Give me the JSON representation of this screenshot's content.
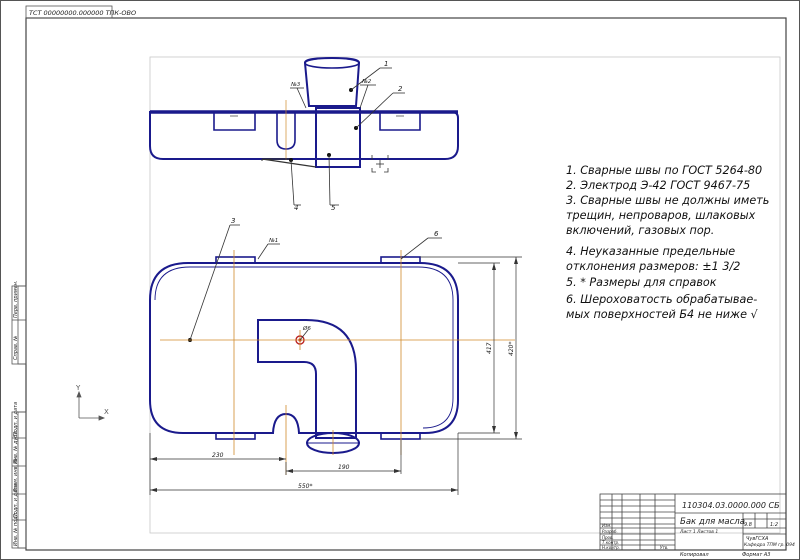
{
  "drawing": {
    "stamp_top": "ТСТ 00000000.000000 ТПК-ОВО",
    "designation": "110304.03.0000.000 СБ",
    "title": "Бак для масла",
    "mass": "9.8",
    "scale": "1:2",
    "sheet_info": "Лист 1 Листов 1",
    "org_line1": "ЧувГСХА",
    "org_line2": "Кафедра ТПМ гр. 094",
    "format": "Формат А3",
    "copied": "Копировал",
    "tb_roles": [
      "Изм.",
      "Разраб.",
      "Пров.",
      "Т.контр.",
      "Н.контр.",
      "Утв."
    ],
    "side_stamp_labels": [
      "Перв. примен.",
      "Справ. №",
      "Подп. и дата",
      "Инв. № дубл.",
      "Взам. инв. №",
      "Подп. и дата",
      "Инв. № подл."
    ]
  },
  "notes": [
    "1. Сварные швы по ГОСТ 5264-80",
    "2. Электрод Э-42 ГОСТ 9467-75",
    "3. Сварные швы не должны иметь",
    "трещин, непроваров, шлаковых",
    "включений, газовых пор.",
    "4. Неуказанные предельные",
    "отклонения размеров: ±1 3/2",
    "5. * Размеры для справок",
    "6. Шероховатость обрабатывае-",
    "мых поверхностей Б4 не ниже √"
  ],
  "callouts": [
    "1",
    "2",
    "3",
    "4",
    "5",
    "6"
  ],
  "weld_marks": [
    "№3",
    "№2",
    "№1"
  ],
  "dimensions": {
    "d230": "230",
    "d190": "190",
    "d550": "550*",
    "d417": "417",
    "d420": "420*",
    "dhole": "Ø6"
  },
  "axes": {
    "x": "X",
    "y": "Y"
  },
  "colors": {
    "part": "#1a1a8c",
    "centerline": "#d08a2a",
    "line": "#333333"
  }
}
